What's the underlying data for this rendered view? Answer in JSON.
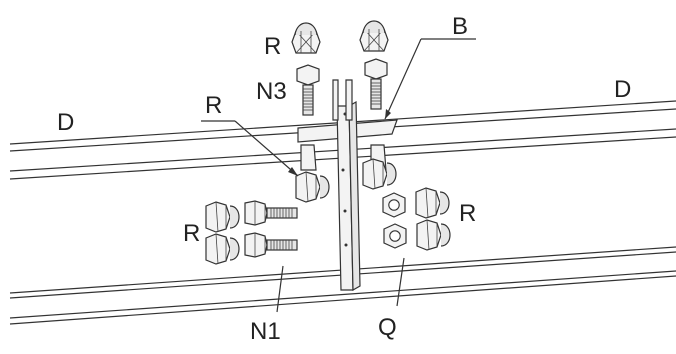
{
  "labels": {
    "r_top": "R",
    "n3": "N3",
    "b": "B",
    "d_left": "D",
    "d_right": "D",
    "r_center": "R",
    "r_left": "R",
    "r_right": "R",
    "n1": "N1",
    "q": "Q"
  },
  "colors": {
    "ink": "#333333",
    "paper": "#ffffff",
    "metal": "#f3f3f3"
  }
}
